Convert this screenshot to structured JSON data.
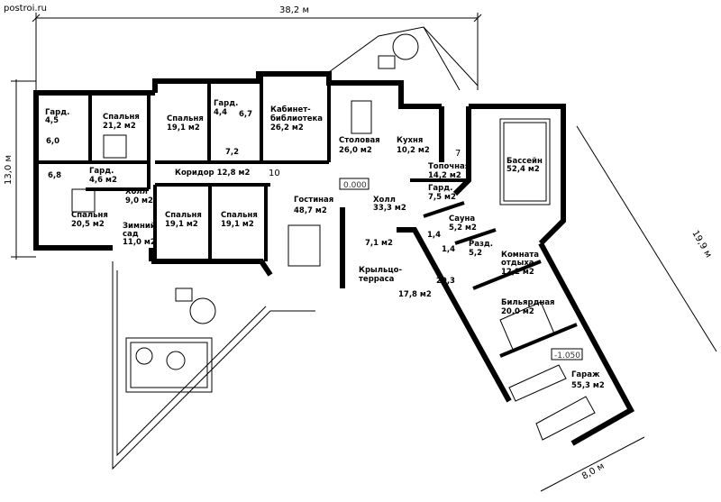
{
  "watermark": "postroi.ru",
  "dimensions": {
    "width": "38,2 м",
    "height": "13,0 м",
    "diagonal": "19,9 м",
    "wing_width": "8,0 м"
  },
  "levels": {
    "main": "0.000",
    "lower": "-1.050"
  },
  "rooms": {
    "ward1": [
      "Гард.",
      "4,5"
    ],
    "bed1": [
      "Спальня",
      "21,2 м2"
    ],
    "bath1": "6,0",
    "bath2": "6,8",
    "ward2": [
      "Гард.",
      "4,6 м2"
    ],
    "bed2": [
      "Спальня",
      "20,5 м2"
    ],
    "bed3": [
      "Спальня",
      "19,1 м2"
    ],
    "ward3": [
      "Гард.",
      "4,4"
    ],
    "bath3": "6,7",
    "bath4": "7,2",
    "office": [
      "Кабинет-",
      "библиотека",
      "26,2 м2"
    ],
    "corridor": "Коридор 12,8 м2",
    "corridor_num": "10",
    "hall1": [
      "Холл",
      "9,0 м2"
    ],
    "wintergarden": [
      "Зимний",
      "сад",
      "11,0 м2"
    ],
    "bed4": [
      "Спальня",
      "19,1 м2"
    ],
    "bed5": [
      "Спальня",
      "19,1 м2"
    ],
    "living": [
      "Гостиная",
      "48,7 м2"
    ],
    "dining": [
      "Столовая",
      "26,0 м2"
    ],
    "kitchen": [
      "Кухня",
      "10,2 м2"
    ],
    "num7": "7",
    "boiler": [
      "Топочная",
      "14,2 м2"
    ],
    "ward4": [
      "Гард.",
      "7,5 м2"
    ],
    "hall2": [
      "Холл",
      "33,3 м2"
    ],
    "sauna": [
      "Сауна",
      "5,2 м2"
    ],
    "wc1": "1,4",
    "wc2": "1,4",
    "dressing": [
      "Разд.",
      "5,2"
    ],
    "rest": [
      "Комната",
      "отдыха",
      "12,2 м2"
    ],
    "small": "7,1 м2",
    "porch": [
      "Крыльцо-",
      "терраса"
    ],
    "porch_area": "17,8 м2",
    "passage": "20,3",
    "billiard": [
      "Бильярдная",
      "20,0 м2"
    ],
    "pool": [
      "Бассейн",
      "52,4 м2"
    ],
    "garage": [
      "Гараж",
      "55,3 м2"
    ]
  }
}
